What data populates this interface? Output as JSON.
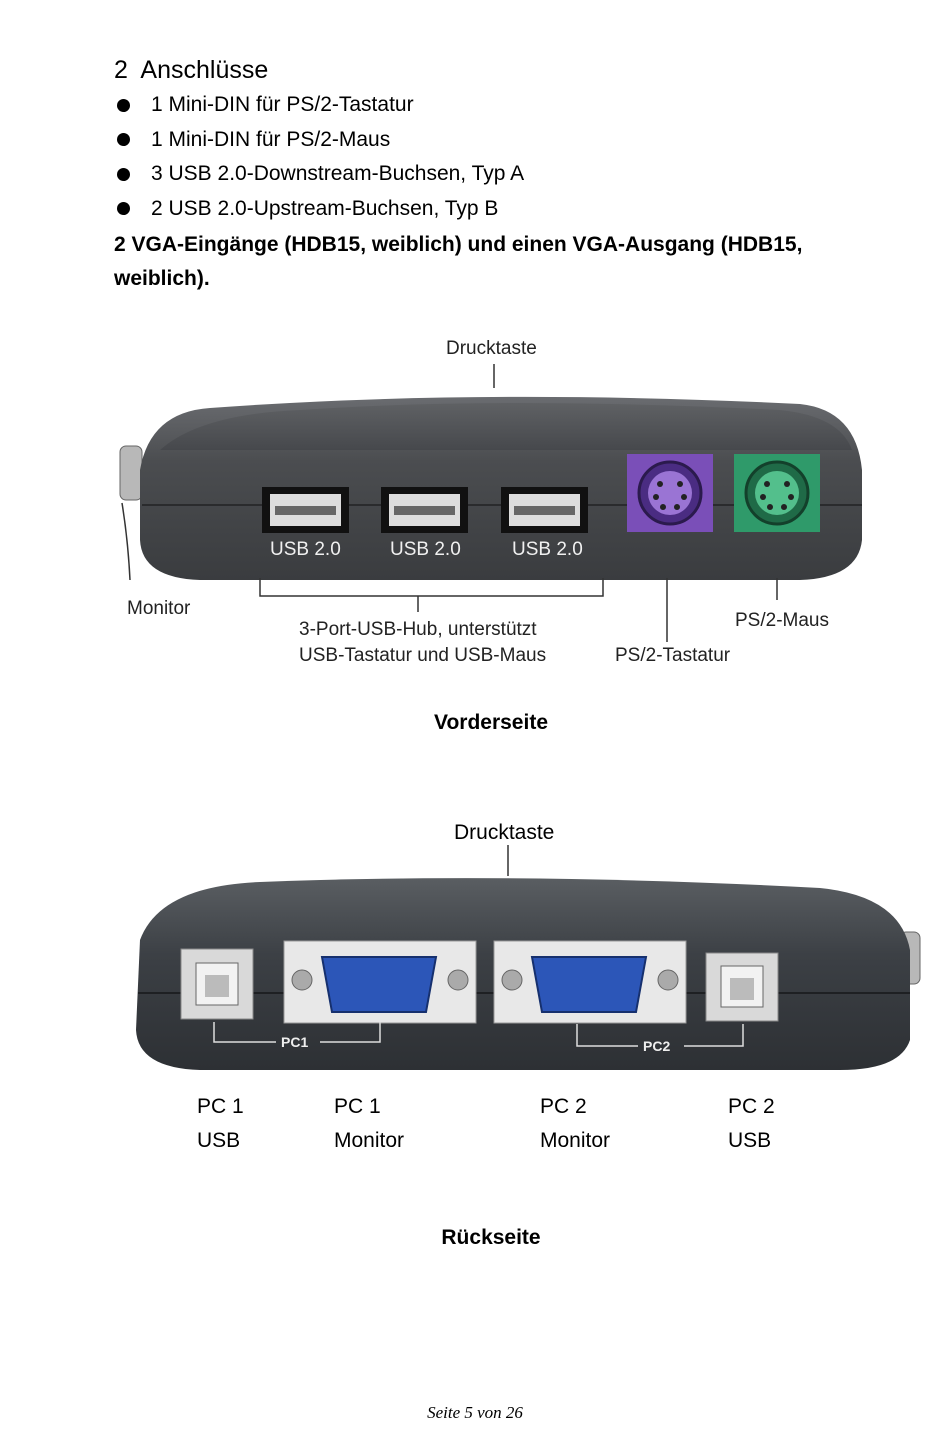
{
  "section": {
    "number": "2",
    "title": "Anschlüsse"
  },
  "bullets": [
    "1 Mini-DIN für PS/2-Tastatur",
    "1 Mini-DIN für PS/2-Maus",
    "3 USB 2.0-Downstream-Buchsen, Typ A",
    "2 USB 2.0-Upstream-Buchsen, Typ B"
  ],
  "vga_note": "2 VGA-Eingänge (HDB15, weiblich) und einen VGA-Ausgang (HDB15, weiblich).",
  "front": {
    "button_label": "Drucktaste",
    "usb_port_label": "USB 2.0",
    "monitor_label": "Monitor",
    "hub_label_line1": "3-Port-USB-Hub, unterstützt",
    "hub_label_line2": "USB-Tastatur und USB-Maus",
    "ps2_keyboard_label": "PS/2-Tastatur",
    "ps2_mouse_label": "PS/2-Maus",
    "caption": "Vorderseite",
    "colors": {
      "keyboard_port": "#7a4fb8",
      "mouse_port": "#2f9a6a",
      "body": "#4b4d50"
    }
  },
  "rear": {
    "button_label": "Drucktaste",
    "pc1_mark": "PC1",
    "pc2_mark": "PC2",
    "labels": [
      {
        "line1": "PC 1",
        "line2": "USB"
      },
      {
        "line1": "PC 1",
        "line2": "Monitor"
      },
      {
        "line1": "PC 2",
        "line2": "Monitor"
      },
      {
        "line1": "PC 2",
        "line2": "USB"
      }
    ],
    "caption": "Rückseite",
    "colors": {
      "vga_port": "#2c56b8",
      "body": "#3c4045"
    }
  },
  "footer": "Seite 5 von 26"
}
